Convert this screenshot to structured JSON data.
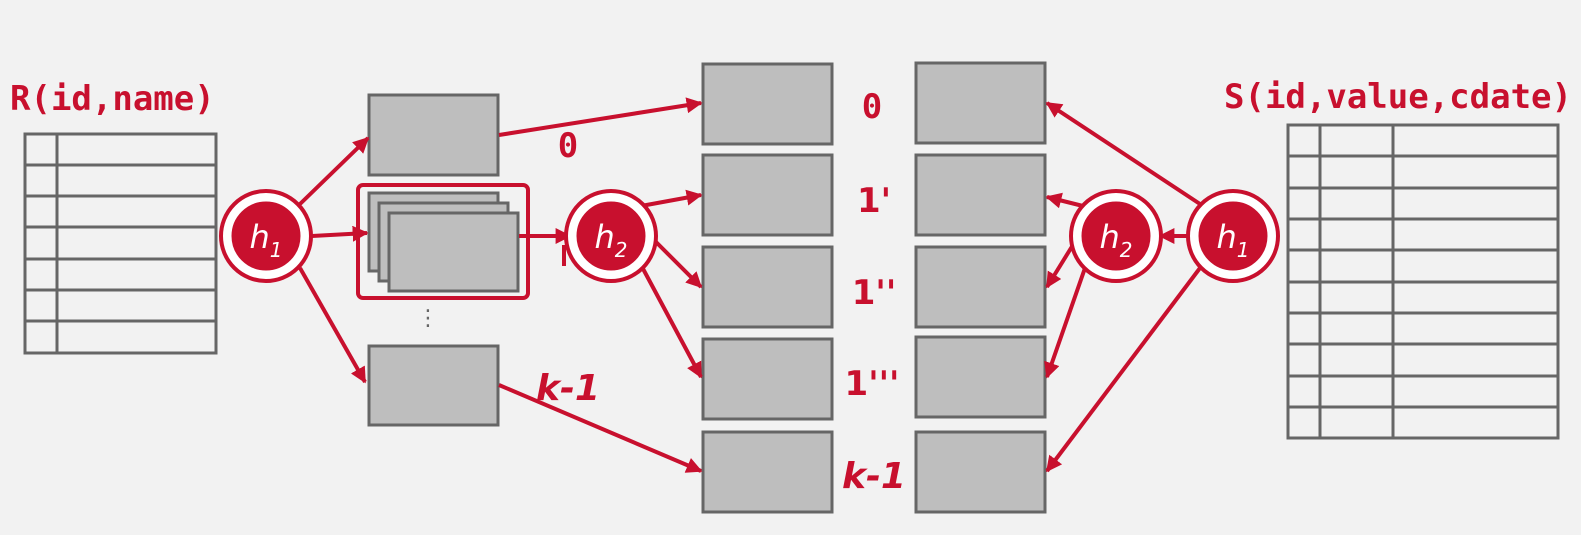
{
  "relations": {
    "left_title": "R(id,name)",
    "right_title": "S(id,value,cdate)"
  },
  "hash_functions": {
    "h1": {
      "base": "h",
      "sub": "1"
    },
    "h2": {
      "base": "h",
      "sub": "2"
    }
  },
  "partition_labels": {
    "left_first": "0",
    "left_last": "k-1",
    "center": [
      "0",
      "1'",
      "1''",
      "1'''",
      "k-1"
    ]
  },
  "ellipsis": "⋮",
  "colors": {
    "accent": "#c8102e",
    "box_fill": "#bebebe",
    "box_stroke": "#666666",
    "background": "#f2f2f2"
  }
}
